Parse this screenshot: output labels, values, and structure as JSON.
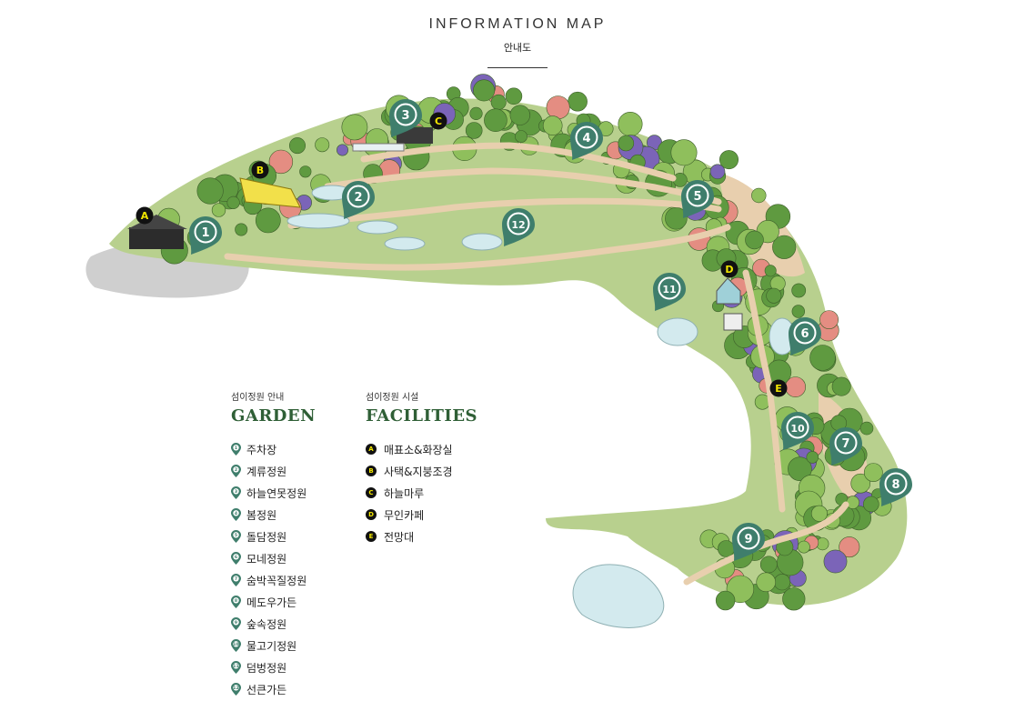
{
  "header": {
    "title": "INFORMATION MAP",
    "subtitle": "안내도"
  },
  "colors": {
    "marker_green": "#3f7e6c",
    "heading_green": "#2f5f36",
    "facility_black": "#111111",
    "facility_yellow": "#f2e600",
    "path": "#e8cfae",
    "water": "#d3eaee",
    "lawn": "#b8d08e",
    "tree_dark": "#5f9a40",
    "tree_light": "#8fbf5c",
    "tree_pink": "#e48d82",
    "flower_purple": "#7b64b8",
    "parking_gray": "#cfcfcf"
  },
  "garden_legend": {
    "small_label": "섬이정원 안내",
    "heading": "GARDEN",
    "items": [
      {
        "num": "1",
        "name": "주차장"
      },
      {
        "num": "2",
        "name": "계류정원"
      },
      {
        "num": "3",
        "name": "하늘연못정원"
      },
      {
        "num": "4",
        "name": "봄정원"
      },
      {
        "num": "5",
        "name": "돌담정원"
      },
      {
        "num": "6",
        "name": "모네정원"
      },
      {
        "num": "7",
        "name": "숨박꼭질정원"
      },
      {
        "num": "8",
        "name": "메도우가든"
      },
      {
        "num": "9",
        "name": "숲속정원"
      },
      {
        "num": "10",
        "name": "물고기정원"
      },
      {
        "num": "11",
        "name": "덤벙정원"
      },
      {
        "num": "12",
        "name": "선큰가든"
      }
    ]
  },
  "facilities_legend": {
    "small_label": "섬이정원 시설",
    "heading": "FACILITIES",
    "items": [
      {
        "code": "A",
        "name": "매표소&화장실"
      },
      {
        "code": "B",
        "name": "사택&지붕조경"
      },
      {
        "code": "C",
        "name": "하늘마루"
      },
      {
        "code": "D",
        "name": "무인카페"
      },
      {
        "code": "E",
        "name": "전망대"
      }
    ]
  },
  "map_markers": [
    {
      "label": "1",
      "icon": "pin-marker"
    },
    {
      "label": "2",
      "icon": "pin-marker"
    },
    {
      "label": "3",
      "icon": "pin-marker"
    },
    {
      "label": "4",
      "icon": "pin-marker"
    },
    {
      "label": "5",
      "icon": "pin-marker"
    },
    {
      "label": "6",
      "icon": "pin-marker"
    },
    {
      "label": "7",
      "icon": "pin-marker"
    },
    {
      "label": "8",
      "icon": "pin-marker"
    },
    {
      "label": "9",
      "icon": "pin-marker"
    },
    {
      "label": "10",
      "icon": "pin-marker"
    },
    {
      "label": "11",
      "icon": "pin-marker"
    },
    {
      "label": "12",
      "icon": "pin-marker"
    }
  ],
  "facility_markers": [
    {
      "label": "A",
      "icon": "facility-badge"
    },
    {
      "label": "B",
      "icon": "facility-badge"
    },
    {
      "label": "C",
      "icon": "facility-badge"
    },
    {
      "label": "D",
      "icon": "facility-badge"
    },
    {
      "label": "E",
      "icon": "facility-badge"
    }
  ]
}
